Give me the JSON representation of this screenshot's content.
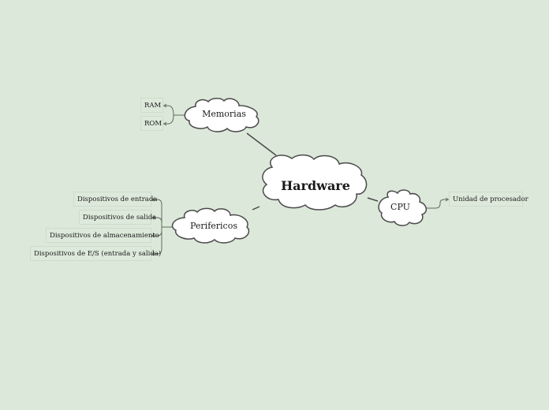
{
  "central": {
    "label": "Hardware"
  },
  "branches": {
    "memorias": {
      "label": "Memorias",
      "items": [
        "RAM",
        "ROM"
      ]
    },
    "perifericos": {
      "label": "Perifericos",
      "items": [
        "Dispositivos de entrada",
        "Dispositivos de salida",
        "Dispositivos de almacenamiento",
        "Dispositivos de E/S (entrada y salida)"
      ]
    },
    "cpu": {
      "label": "CPU",
      "items": [
        "Unidad de procesador"
      ]
    }
  }
}
